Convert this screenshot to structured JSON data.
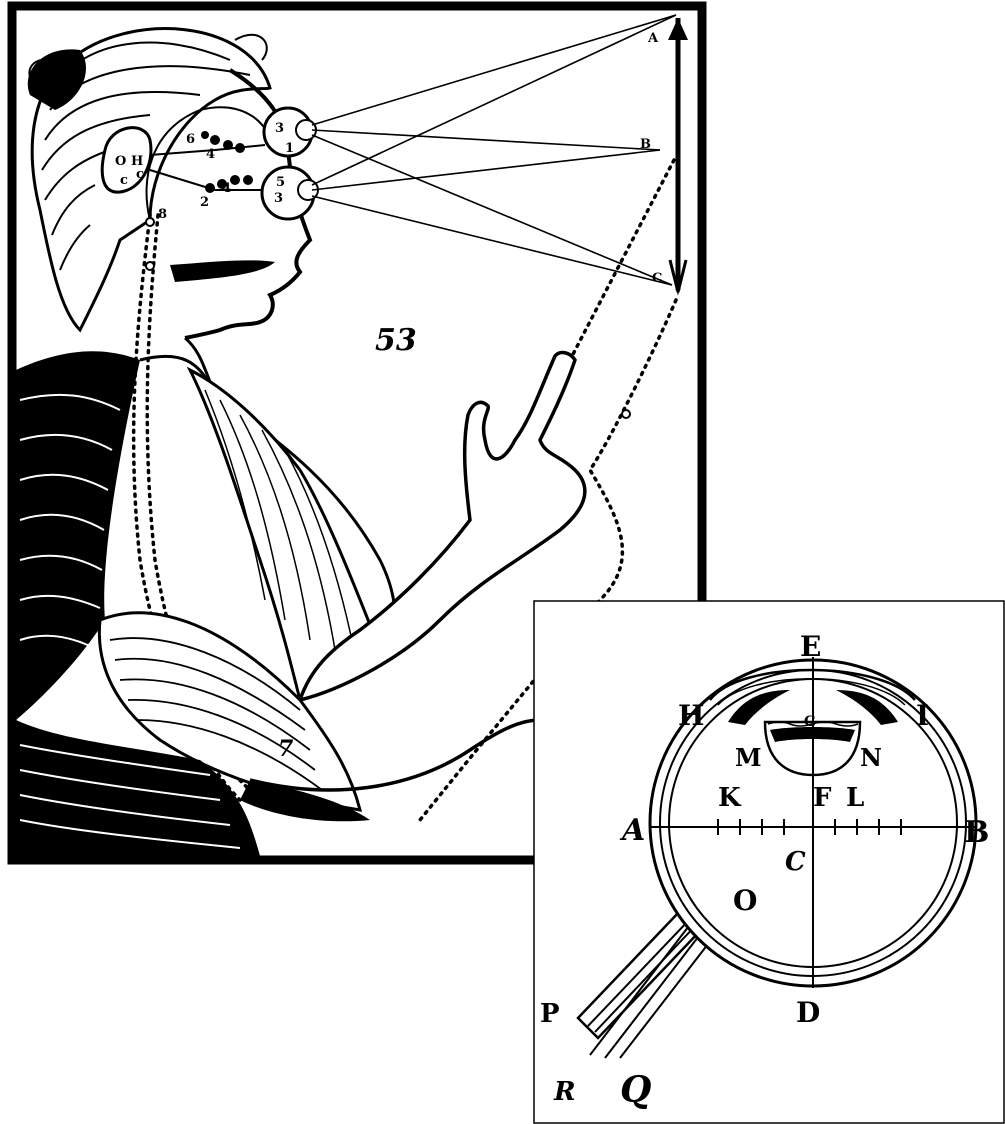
{
  "woodcut": {
    "figure_number": "53",
    "object_labels": {
      "top": "A",
      "middle": "B",
      "bottom": "C"
    },
    "finger_label": "7",
    "nerve_label": "8",
    "gland_labels": [
      "O",
      "H",
      "c",
      "c"
    ],
    "brain_labels": [
      "6",
      "4",
      "2",
      "4"
    ],
    "eye_labels": [
      "3",
      "1",
      "5",
      "3"
    ]
  },
  "eye_diagram": {
    "labels": {
      "E": "E",
      "D": "D",
      "A": "A",
      "B": "B",
      "H": "H",
      "I": "I",
      "G": "G",
      "M": "M",
      "N": "N",
      "K": "K",
      "F": "F",
      "L": "L",
      "C": "C",
      "O": "O",
      "P": "P",
      "R": "R",
      "Q": "Q"
    }
  },
  "colors": {
    "ink": "#000000",
    "paper": "#ffffff"
  }
}
